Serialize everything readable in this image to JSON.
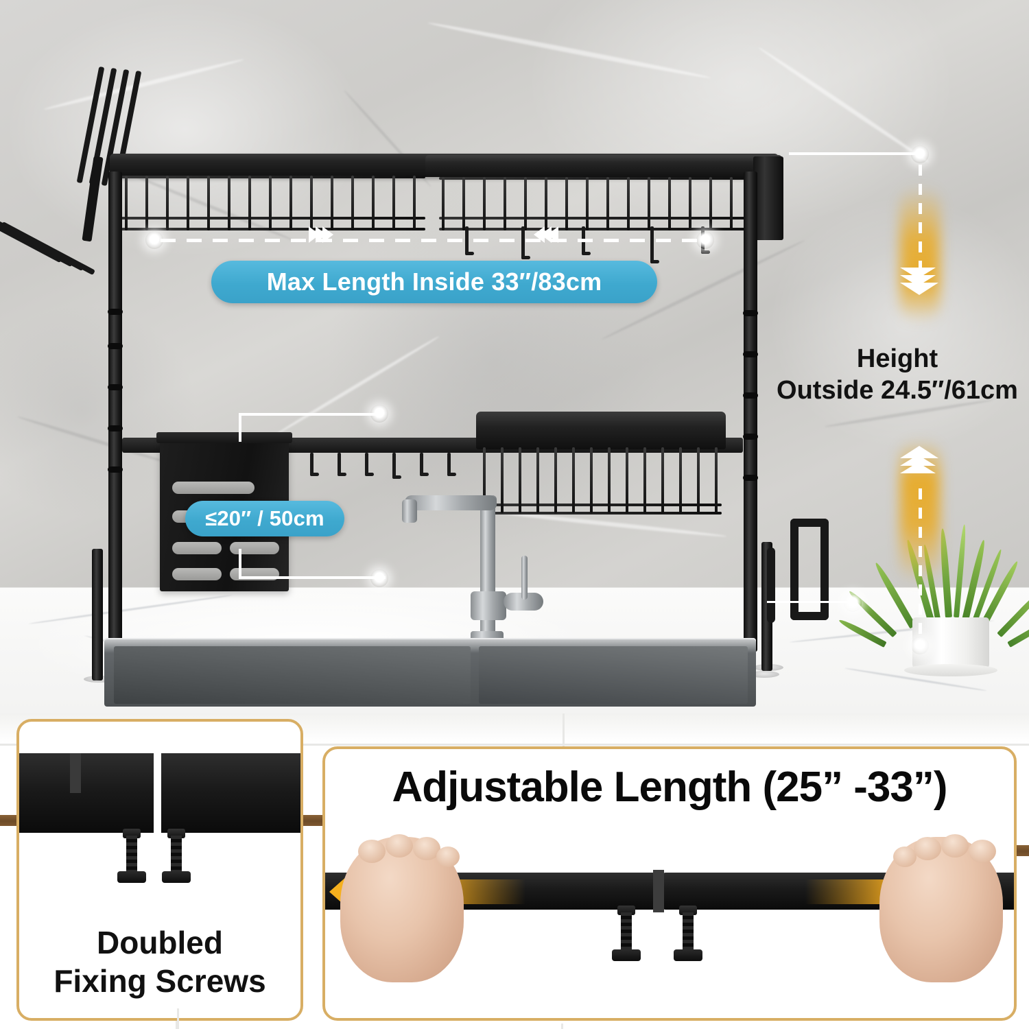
{
  "product": {
    "name": "over-the-sink dish drying rack",
    "finish_color": "#141414",
    "accent_blue": "#3fa9cf",
    "accent_gold": "#d8ae64",
    "arrow_yellow": "#f0a81e"
  },
  "scene": {
    "wall_material": "grey marble backsplash",
    "counter_material": "white quartz countertop",
    "sink_material": "stainless steel double-bowl sink",
    "faucet_material": "brushed nickel pull-out faucet",
    "plant": "potted green grass plant in white pot"
  },
  "callouts": {
    "max_length_badge": "Max Length Inside 33″/83cm",
    "depth_badge": "≤20″ / 50cm",
    "height_line1": "Height",
    "height_line2": "Outside 24.5″/61cm",
    "horizontal_arrow_right": "›››",
    "horizontal_arrow_left": "‹‹‹"
  },
  "bottom": {
    "screws_panel": {
      "title_line1": "Doubled",
      "title_line2": "Fixing Screws",
      "screw_count": 2
    },
    "adjust_panel": {
      "title": "Adjustable Length (25” -33”)",
      "min_inches": "25”",
      "max_inches": "33”",
      "left_arrow_direction": "left",
      "right_arrow_direction": "right",
      "hands": 2
    }
  }
}
